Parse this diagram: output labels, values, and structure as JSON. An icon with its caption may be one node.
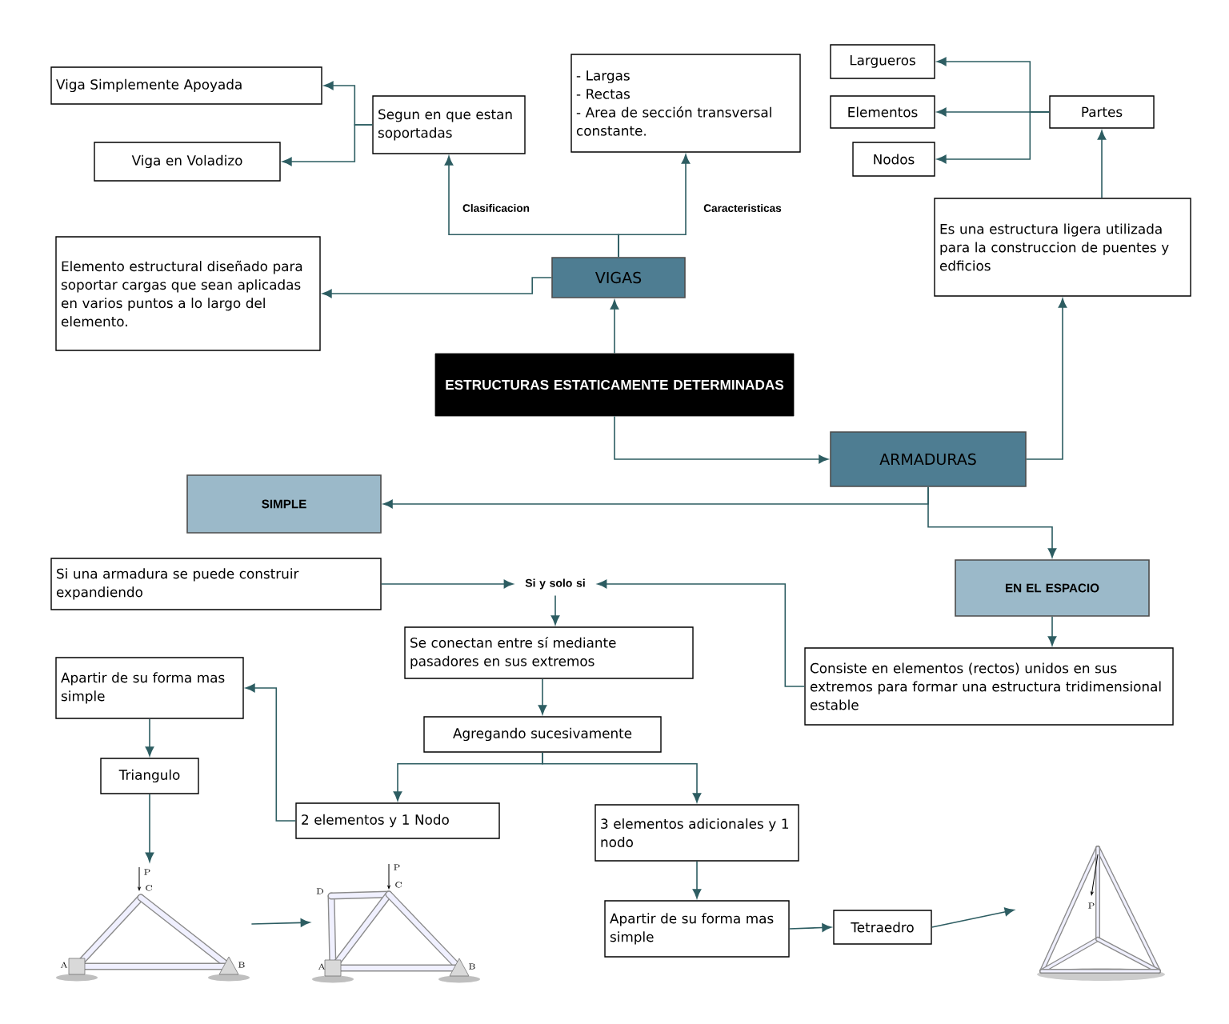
{
  "diagram": {
    "nodes": [
      {
        "text": [
          "ESTRUCTURAS ESTATICAMENTE DETERMINADAS"
        ]
      },
      {
        "text": [
          "VIGAS"
        ]
      },
      {
        "text": [
          "Segun en que estan soportadas"
        ]
      },
      {
        "text": [
          "Viga Simplemente Apoyada"
        ]
      },
      {
        "text": [
          "Viga en Voladizo"
        ]
      },
      {
        "text": [
          "- Largas",
          "- Rectas",
          "- Area de sección transversal constante."
        ]
      },
      {
        "text": [
          "Elemento estructural diseñado para soportar cargas que sean aplicadas en varios puntos a lo largo del elemento."
        ]
      },
      {
        "text": [
          "ARMADURAS"
        ]
      },
      {
        "text": [
          "Es una estructura ligera utilizada para la construccion de puentes y edficios"
        ]
      },
      {
        "text": [
          "Partes"
        ]
      },
      {
        "text": [
          "Largueros"
        ]
      },
      {
        "text": [
          "Elementos"
        ]
      },
      {
        "text": [
          "Nodos"
        ]
      },
      {
        "text": [
          "SIMPLE"
        ]
      },
      {
        "text": [
          "EN EL ESPACIO"
        ]
      },
      {
        "text": [
          "Si una armadura se puede construir expandiendo"
        ]
      },
      {
        "text": [
          "Si y solo si"
        ]
      },
      {
        "text": [
          "Se conectan entre sí mediante pasadores en sus extremos"
        ]
      },
      {
        "text": [
          "Agregando sucesivamente"
        ]
      },
      {
        "text": [
          "Consiste en elementos (rectos) unidos en sus extremos para formar una estructura tridimensional estable"
        ]
      },
      {
        "text": [
          "Apartir de su forma mas simple"
        ]
      },
      {
        "text": [
          "Triangulo"
        ]
      },
      {
        "text": [
          "2 elementos y 1 Nodo"
        ]
      },
      {
        "text": [
          "3 elementos adicionales y 1 nodo"
        ]
      },
      {
        "text": [
          "Apartir de su forma mas simple"
        ]
      },
      {
        "text": [
          "Tetraedro"
        ]
      },
      {
        "text": [],
        "shape": "picture"
      },
      {
        "text": [],
        "shape": "picture"
      },
      {
        "text": [],
        "shape": "picture"
      }
    ],
    "edges": [
      {
        "from": 0,
        "to": 1,
        "arrow": "to"
      },
      {
        "from": 1,
        "to": 2,
        "arrow": "to",
        "label": "Clasificacion"
      },
      {
        "from": 1,
        "to": 5,
        "arrow": "to",
        "label": "Caracteristicas"
      },
      {
        "from": 1,
        "to": 6,
        "arrow": "to"
      },
      {
        "from": 2,
        "to": 3,
        "arrow": "to"
      },
      {
        "from": 2,
        "to": 4,
        "arrow": "to"
      },
      {
        "from": 0,
        "to": 7,
        "arrow": "to"
      },
      {
        "from": 7,
        "to": 8,
        "arrow": "to"
      },
      {
        "from": 8,
        "to": 9,
        "arrow": "to"
      },
      {
        "from": 9,
        "to": 10,
        "arrow": "to"
      },
      {
        "from": 9,
        "to": 11,
        "arrow": "to"
      },
      {
        "from": 9,
        "to": 12,
        "arrow": "to"
      },
      {
        "from": 7,
        "to": 13,
        "arrow": "to"
      },
      {
        "from": 7,
        "to": 14,
        "arrow": "to"
      },
      {
        "from": 14,
        "to": 19,
        "arrow": "to"
      },
      {
        "from": 15,
        "to": 16,
        "arrow": "to"
      },
      {
        "from": 19,
        "to": 16,
        "arrow": "to"
      },
      {
        "from": 16,
        "to": 17,
        "arrow": "to"
      },
      {
        "from": 17,
        "to": 18,
        "arrow": "to"
      },
      {
        "from": 18,
        "to": 22,
        "arrow": "to"
      },
      {
        "from": 18,
        "to": 23,
        "arrow": "to"
      },
      {
        "from": 22,
        "to": 20,
        "arrow": "to"
      },
      {
        "from": 20,
        "to": 21,
        "arrow": "to"
      },
      {
        "from": 21,
        "to": 26,
        "arrow": "to"
      },
      {
        "from": 26,
        "to": 27,
        "arrow": "to"
      },
      {
        "from": 23,
        "to": 24,
        "arrow": "to"
      },
      {
        "from": 24,
        "to": 25,
        "arrow": "to"
      },
      {
        "from": 25,
        "to": 28,
        "arrow": "to"
      }
    ],
    "labels": [
      "P",
      "C",
      "A",
      "B",
      "P",
      "D",
      "C",
      "A",
      "B",
      "P"
    ]
  }
}
